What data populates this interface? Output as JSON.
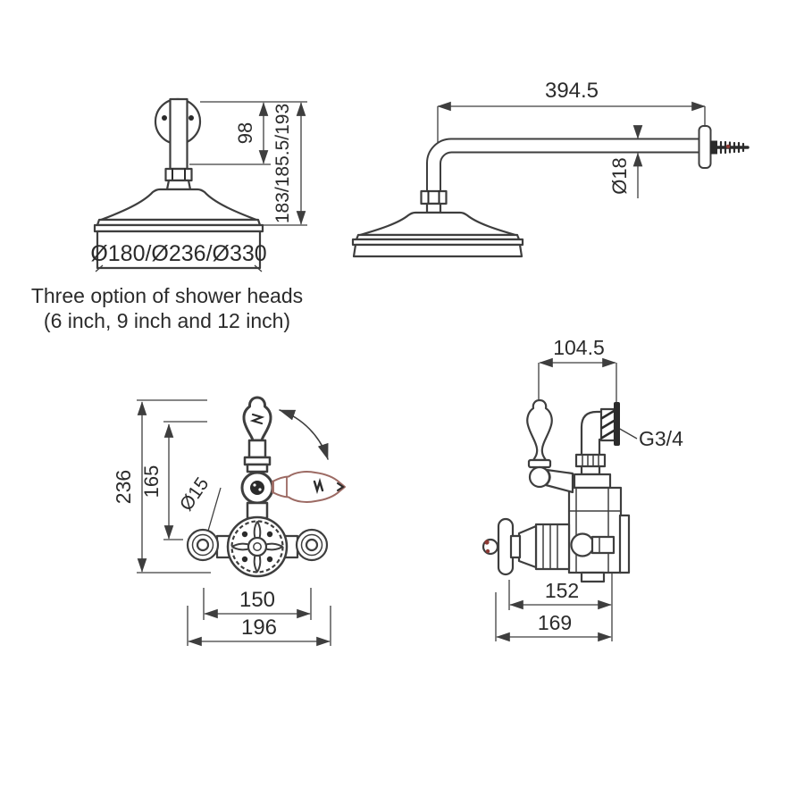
{
  "colors": {
    "line": "#3e3e3e",
    "dark": "#2b2b2b",
    "lever_outline": "#9c6a63",
    "red_marker": "#8e3a34"
  },
  "caption": {
    "line1": "Three option of shower heads",
    "line2": "(6 inch, 9 inch and 12 inch)"
  },
  "views": {
    "shower_head_front": {
      "dims": {
        "flange_to_nut_height": "98",
        "overall_height": "183/185.5/193",
        "head_diameters": "Ø180/Ø236/Ø330"
      }
    },
    "shower_arm_side": {
      "dims": {
        "arm_length": "394.5",
        "arm_diameter": "Ø18"
      }
    },
    "valve_front": {
      "dims": {
        "overall_height": "236",
        "handle_height": "165",
        "inlet_diameter": "Ø15",
        "inlet_centres": "150",
        "overall_width": "196"
      }
    },
    "valve_side": {
      "dims": {
        "top_projection": "104.5",
        "outlet_thread": "G3/4",
        "body_projection": "152",
        "overall_projection": "169"
      }
    }
  }
}
